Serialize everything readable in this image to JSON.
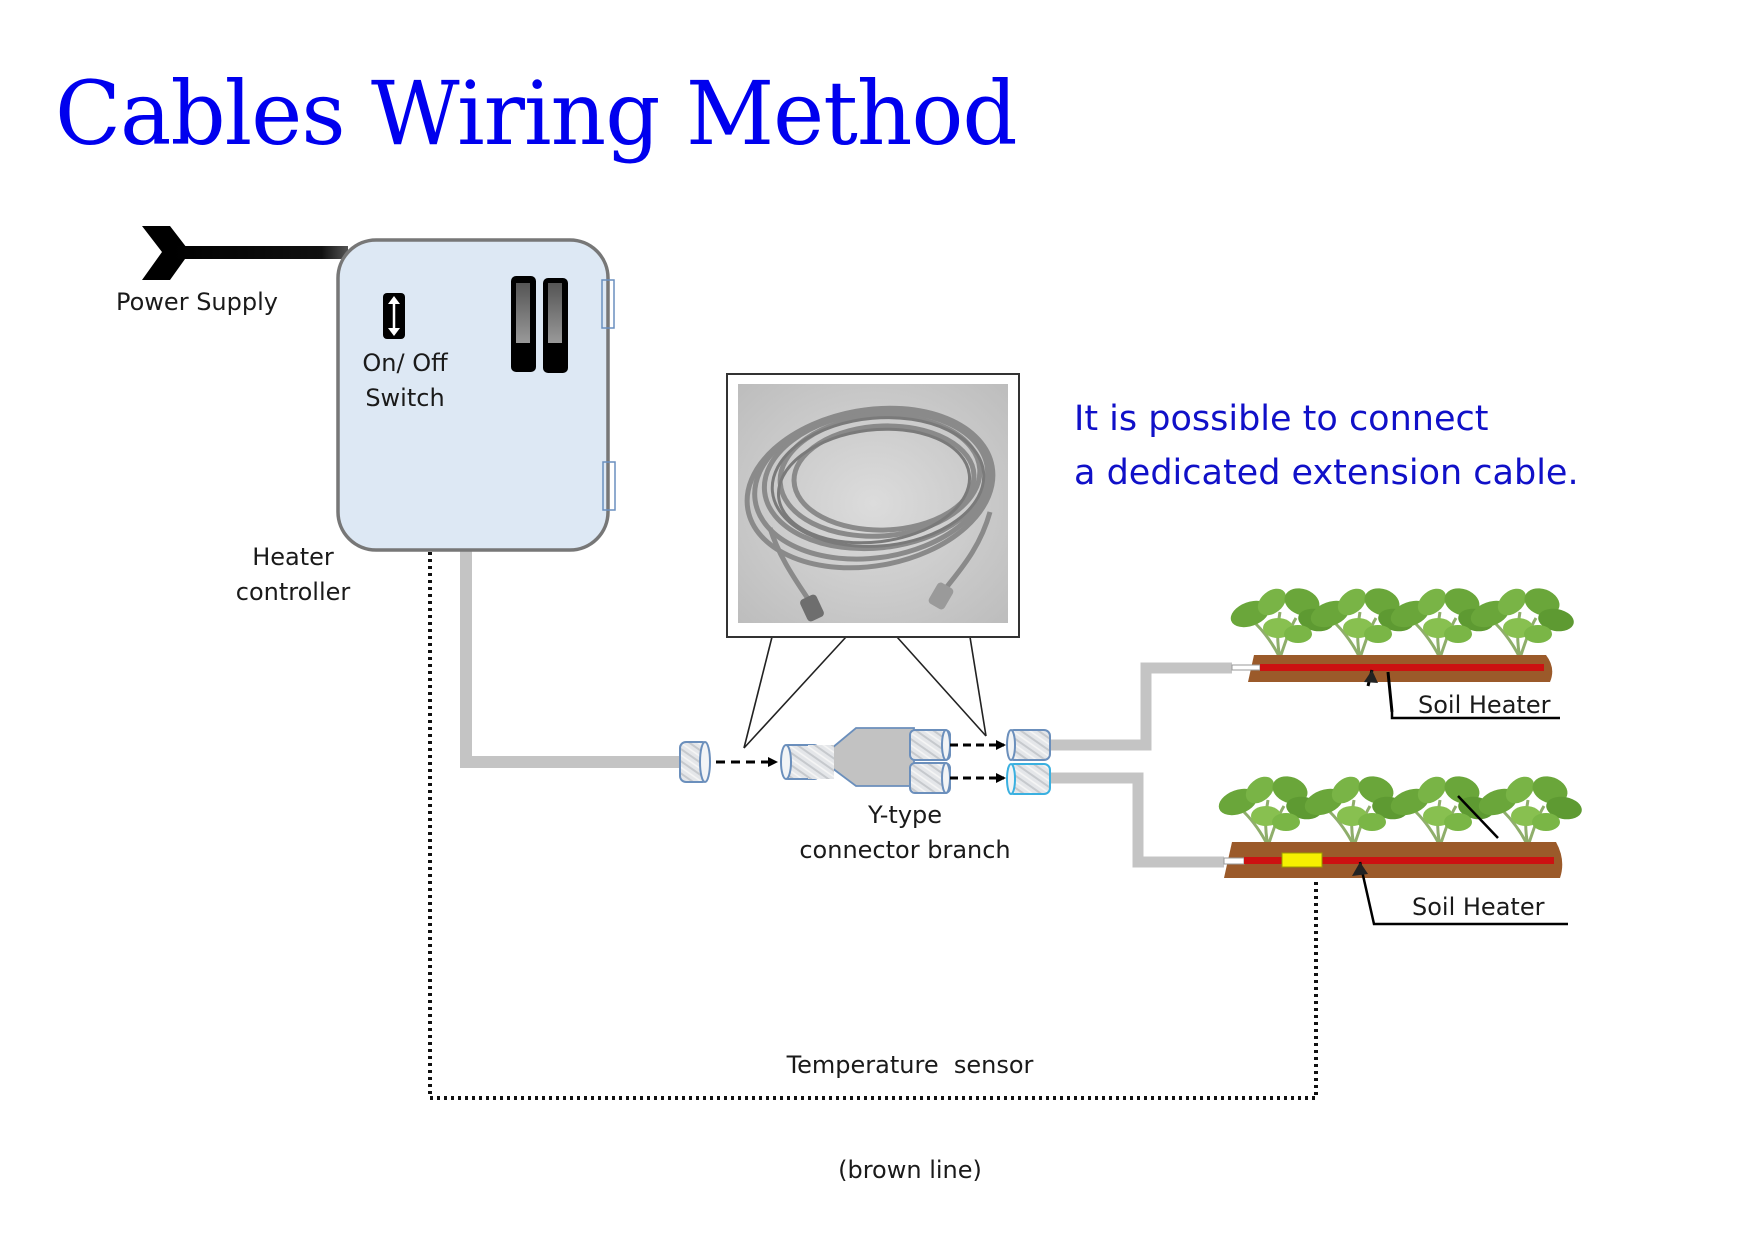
{
  "title": "Cables Wiring Method",
  "labels": {
    "power_supply": "Power Supply",
    "switch_line1": "On/ Off",
    "switch_line2": "Switch",
    "controller_line1": "Heater",
    "controller_line2": "controller",
    "ytype_line1": "Y-type",
    "ytype_line2": "connector branch",
    "soil_heater_top": "Soil Heater",
    "soil_heater_bottom": "Soil Heater",
    "sensor_line1": "Temperature  sensor",
    "sensor_line2": "(brown line)"
  },
  "note": {
    "line1": "It is possible to connect",
    "line2": "a dedicated extension cable."
  },
  "colors": {
    "title": "#0000ee",
    "note": "#1010c8",
    "controller_fill": "#dde8f4",
    "cable": "#c4c4c4",
    "heater_wire": "#cc1111",
    "soil": "#9b5a2a",
    "sensor": "#f5f000",
    "leaf": "#6aa63a"
  },
  "icons": {
    "plug": "power-plug-icon",
    "toggle": "toggle-switch-icon",
    "breaker": "circuit-breaker-icon",
    "cable_photo": "extension-cable-photo"
  }
}
